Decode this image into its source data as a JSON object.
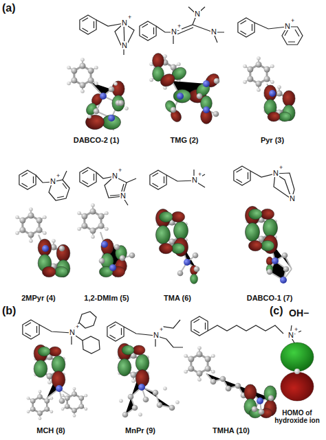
{
  "diagram": {
    "labels": [
      "(a)",
      "N",
      "+",
      "N",
      "N",
      "+",
      "N",
      "N",
      "N",
      "+",
      "DABCO-2 (1)",
      "TMG (2)",
      "Pyr (3)",
      "N",
      "+",
      "N",
      "+",
      "N",
      "N",
      "+",
      "N",
      "+",
      "N",
      "2MPyr (4)",
      "1,2-DMIm (5)",
      "TMA (6)",
      "DABCO-1 (7)",
      "(b)",
      "N",
      "+",
      "N",
      "+",
      "N",
      "+",
      "(c)",
      "OH−",
      "MCH (8)",
      "MnPr (9)",
      "TMHA (10)",
      "HOMO of hydroxide ion"
    ]
  }
}
